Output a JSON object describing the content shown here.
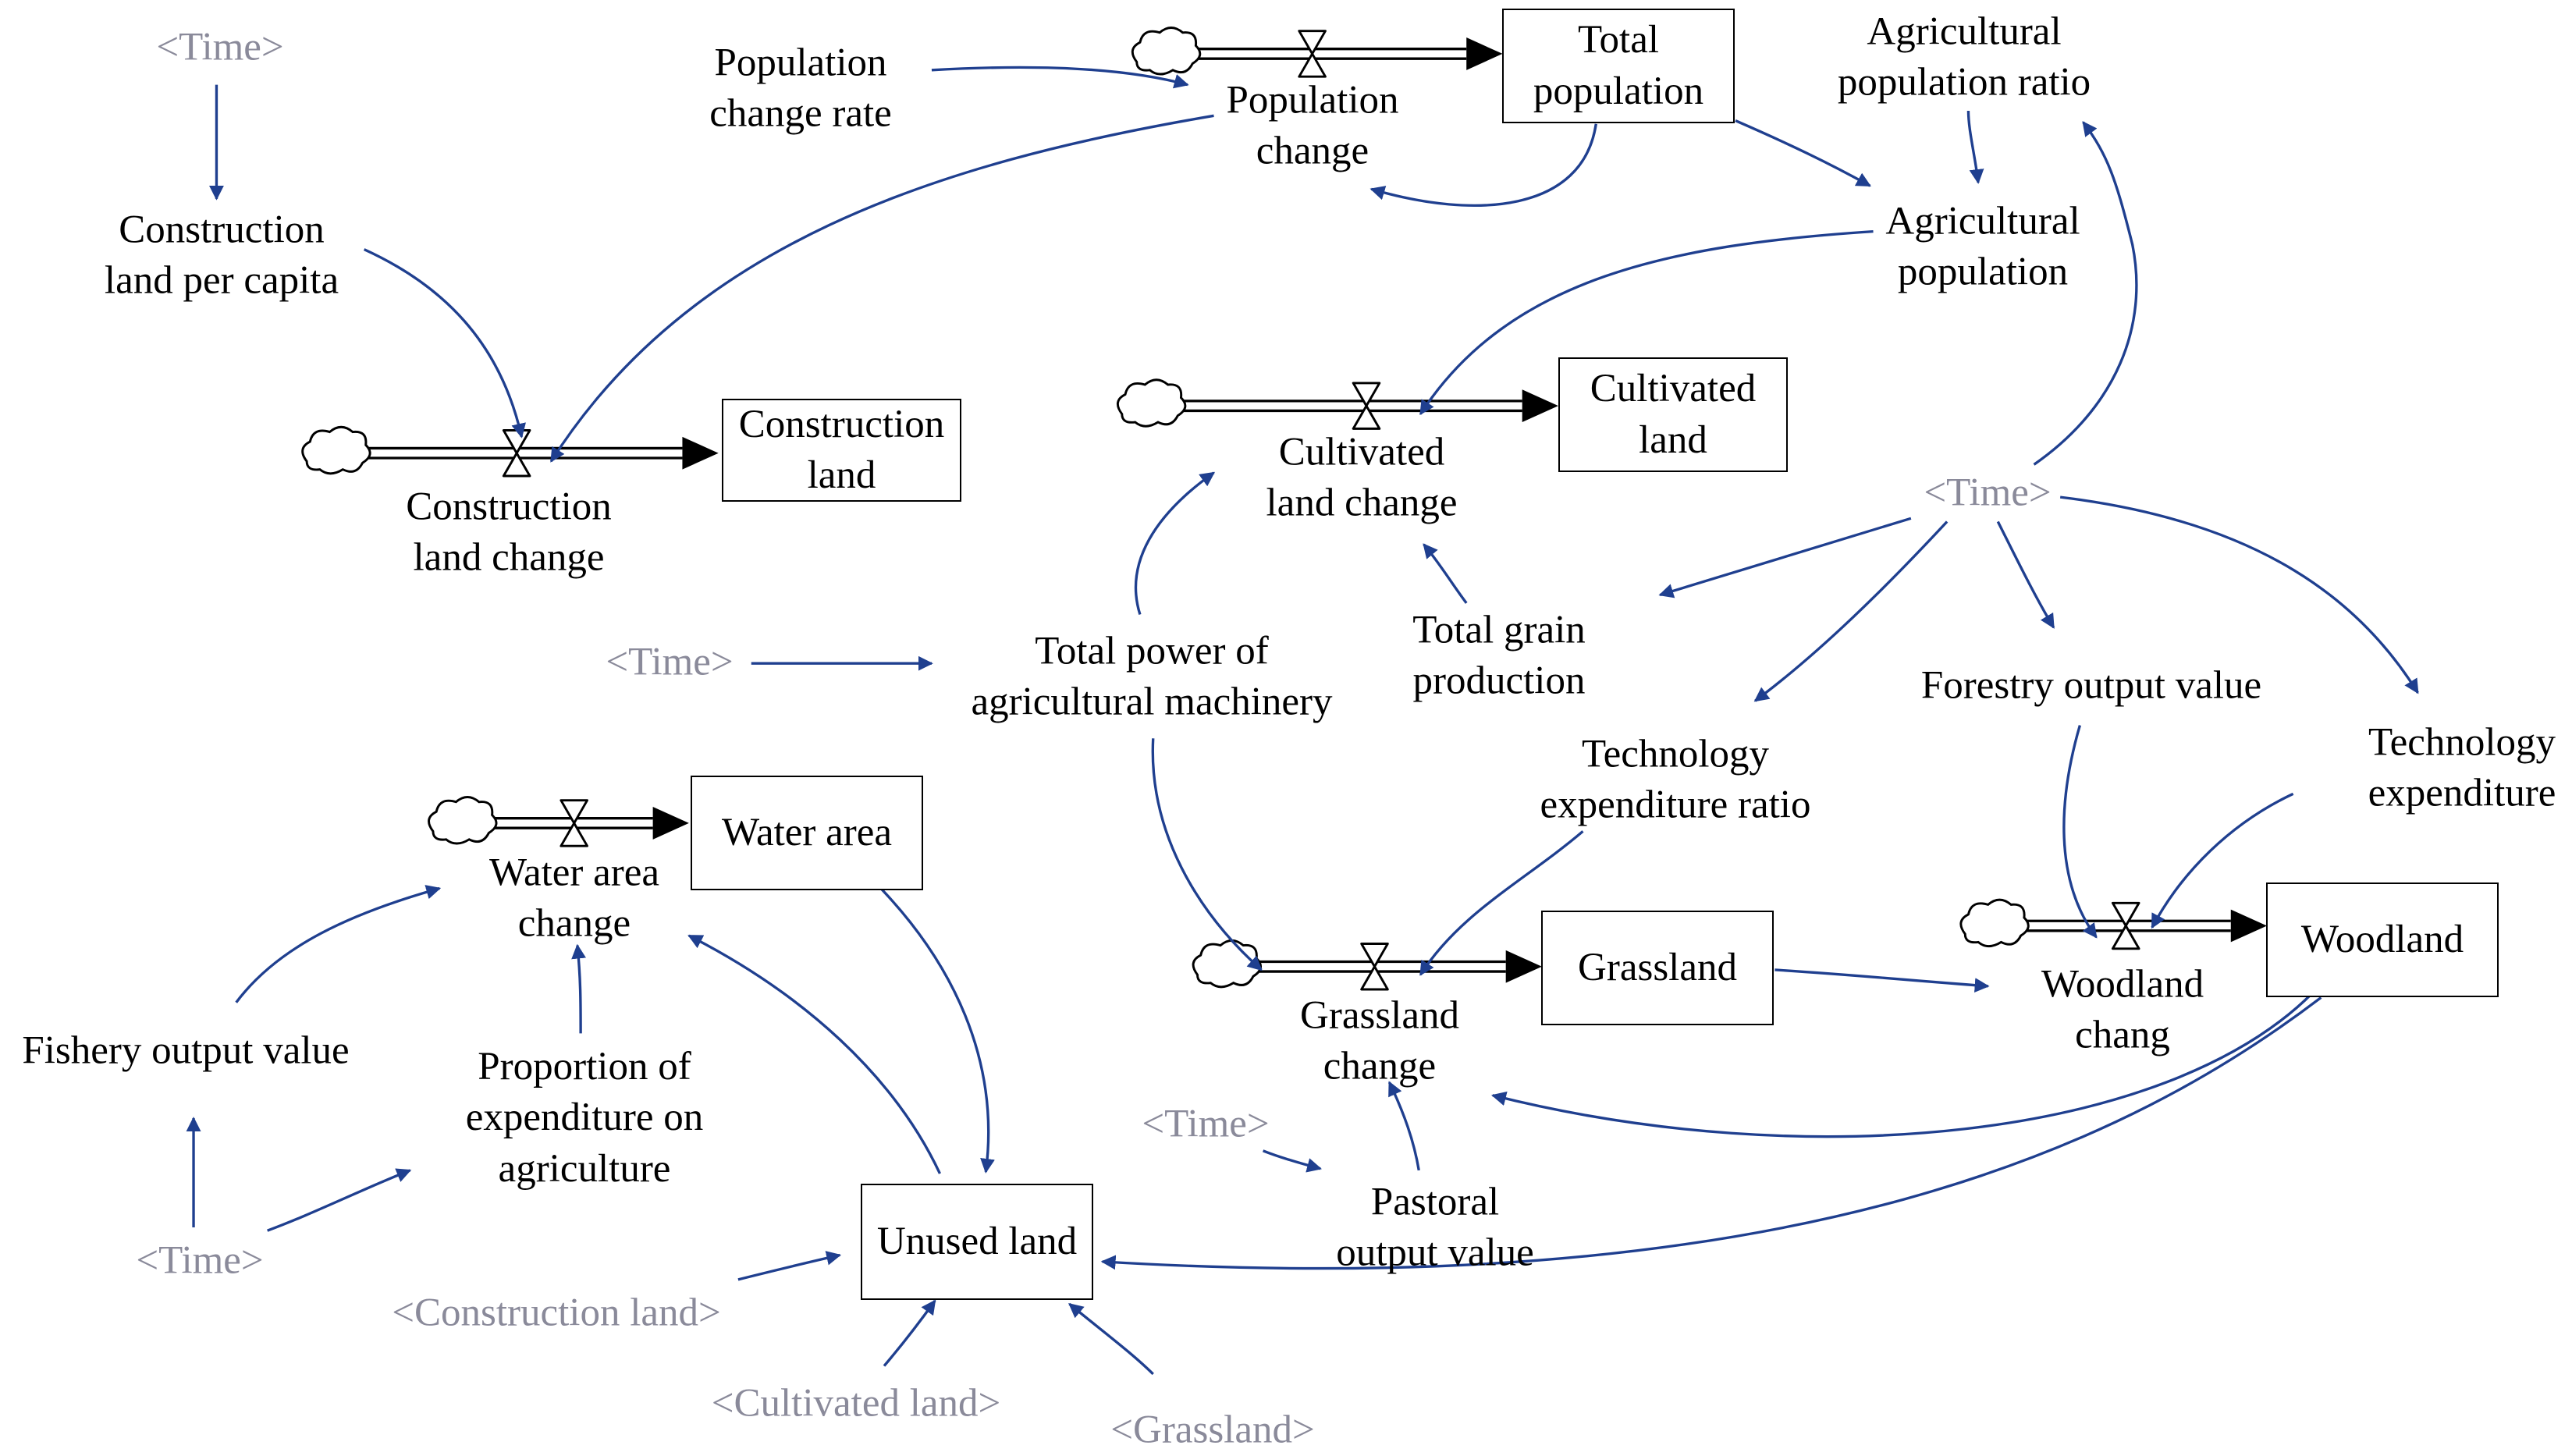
{
  "colors": {
    "link": "#1f3f8f",
    "flow": "#000000",
    "shadow_text": "#8a8a9a",
    "text": "#000000"
  },
  "diagram": {
    "stocks": {
      "total_population": [
        "Total",
        "population"
      ],
      "construction_land": [
        "Construction",
        "land"
      ],
      "cultivated_land": [
        "Cultivated",
        "land"
      ],
      "water_area": [
        "Water area"
      ],
      "grassland": [
        "Grassland"
      ],
      "woodland": [
        "Woodland"
      ],
      "unused_land": [
        "Unused land"
      ]
    },
    "flows": {
      "population_change": [
        "Population",
        "change"
      ],
      "construction_land_change": [
        "Construction",
        "land change"
      ],
      "cultivated_land_change": [
        "Cultivated",
        "land change"
      ],
      "water_area_change": [
        "Water area",
        "change"
      ],
      "grassland_change": [
        "Grassland",
        "change"
      ],
      "woodland_change": [
        "Woodland",
        "chang"
      ]
    },
    "variables": {
      "population_change_rate": [
        "Population",
        "change rate"
      ],
      "agricultural_population_ratio": [
        "Agricultural",
        "population ratio"
      ],
      "agricultural_population": [
        "Agricultural",
        "population"
      ],
      "construction_land_per_capita": [
        "Construction",
        "land per capita"
      ],
      "total_power_agri_machinery": [
        "Total power of",
        "agricultural machinery"
      ],
      "total_grain_production": [
        "Total grain",
        "production"
      ],
      "forestry_output_value": [
        "Forestry output value"
      ],
      "technology_expenditure_ratio": [
        "Technology",
        "expenditure ratio"
      ],
      "technology_expenditure": [
        "Technology",
        "expenditure"
      ],
      "fishery_output_value": [
        "Fishery output value"
      ],
      "proportion_expenditure_agriculture": [
        "Proportion of",
        "expenditure on",
        "agriculture"
      ],
      "pastoral_output_value": [
        "Pastoral",
        "output value"
      ]
    },
    "shadows": {
      "time": "<Time>",
      "construction_land": "<Construction land>",
      "cultivated_land": "<Cultivated land>",
      "grassland": "<Grassland>"
    }
  }
}
